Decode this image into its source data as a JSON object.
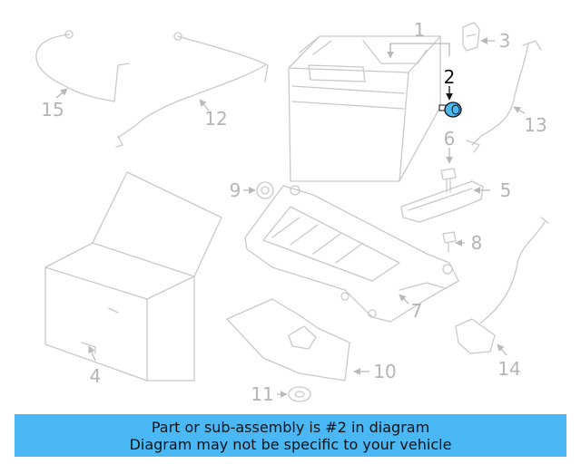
{
  "diagram": {
    "highlighted_callout": "2",
    "highlight_color": "#4ab8f5",
    "callouts": [
      "1",
      "2",
      "3",
      "4",
      "5",
      "6",
      "7",
      "8",
      "9",
      "10",
      "11",
      "12",
      "13",
      "14",
      "15"
    ]
  },
  "banner": {
    "line1": "Part or sub-assembly is #2 in diagram",
    "line2": "Diagram may not be specific to your vehicle",
    "background": "#4ab8f5"
  }
}
